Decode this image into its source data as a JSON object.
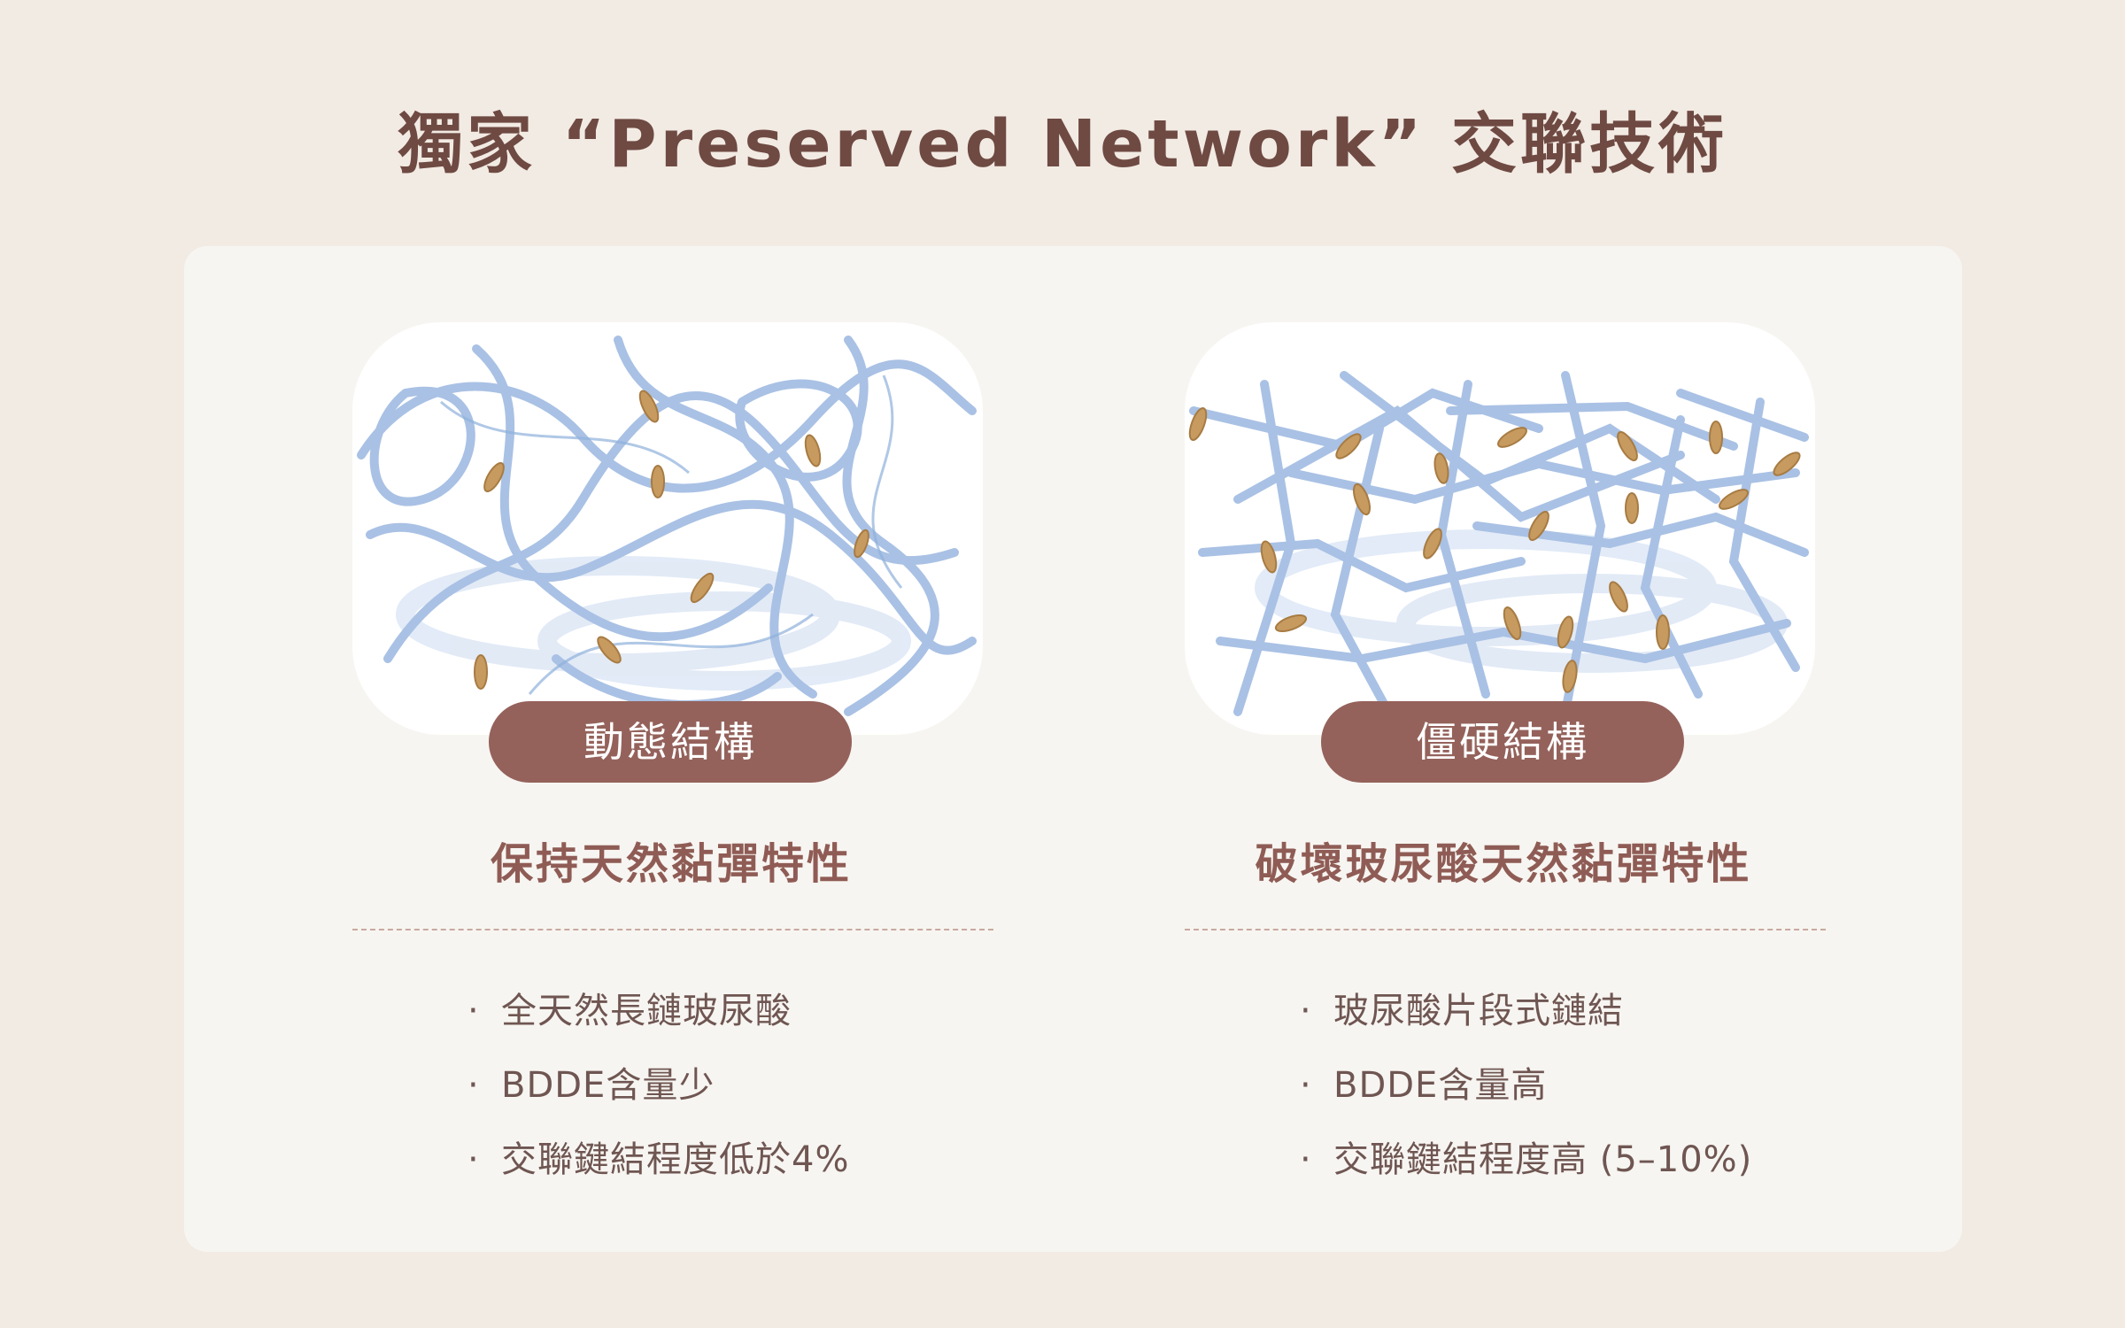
{
  "title": "獨家 “Preserved Network” 交聯技術",
  "colors": {
    "background": "#f2ebe3",
    "card": "#f7f5f1",
    "title": "#6e4a43",
    "pill": "#94625b",
    "subhead": "#8f5c55",
    "ribbon": "#a9c1e4",
    "crosslinker": "#c79b5f"
  },
  "left": {
    "illustration": "flexible-network-illustration",
    "pill": "動態結構",
    "subhead": "保持天然黏彈特性",
    "bullets": [
      "全天然長鏈玻尿酸",
      "BDDE含量少",
      "交聯鍵結程度低於4%"
    ]
  },
  "right": {
    "illustration": "rigid-network-illustration",
    "pill": "僵硬結構",
    "subhead": "破壞玻尿酸天然黏彈特性",
    "bullets": [
      "玻尿酸片段式鏈結",
      "BDDE含量高",
      "交聯鍵結程度高 (5–10%)"
    ]
  },
  "bullet_marker": "·"
}
